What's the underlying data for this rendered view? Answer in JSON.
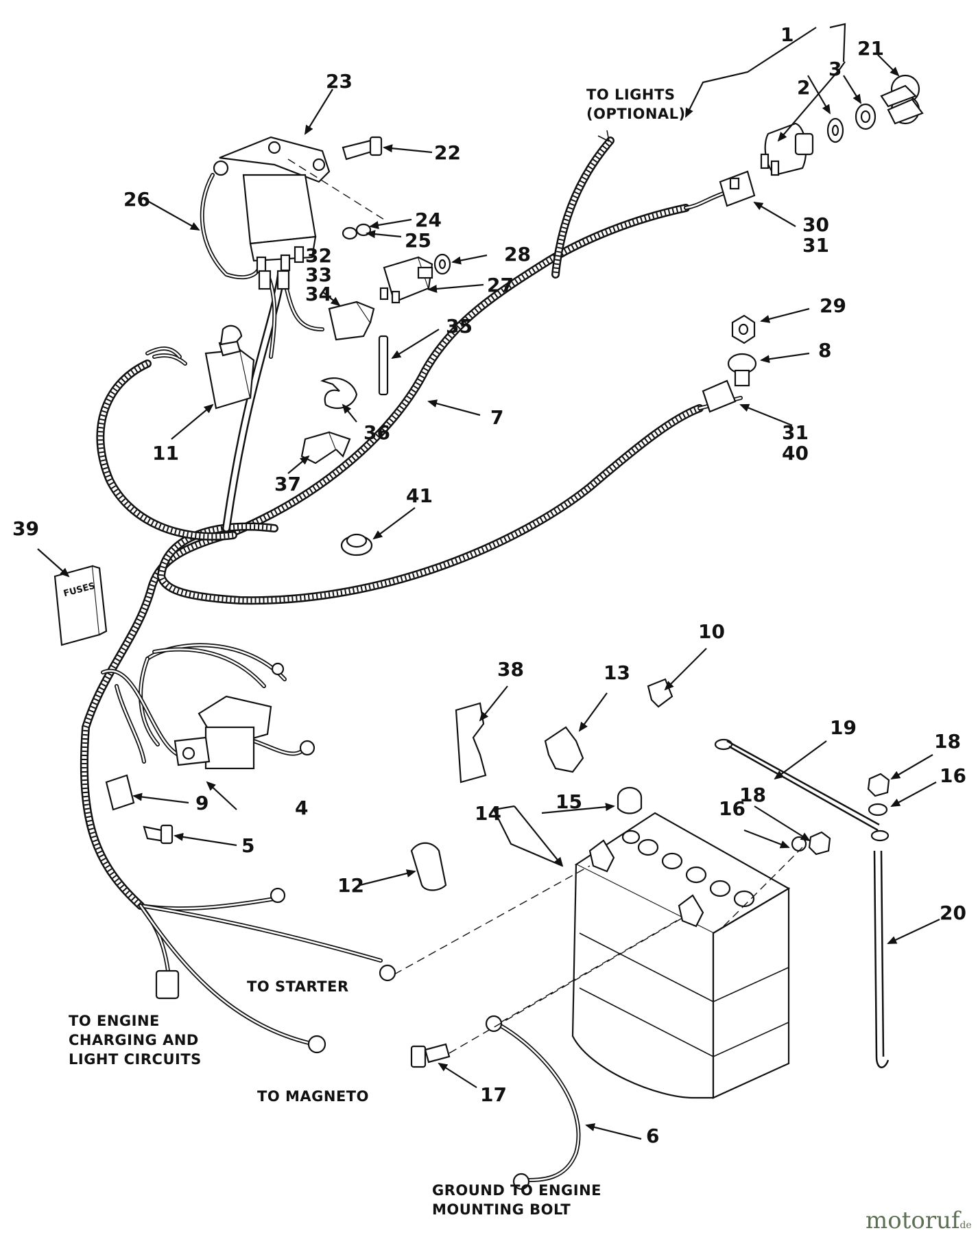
{
  "callouts": {
    "c1": "1",
    "c2": "2",
    "c3": "3",
    "c4": "4",
    "c5": "5",
    "c6": "6",
    "c7": "7",
    "c8": "8",
    "c9": "9",
    "c10": "10",
    "c11": "11",
    "c12": "12",
    "c13": "13",
    "c14": "14",
    "c15": "15",
    "c16a": "16",
    "c16b": "16",
    "c17": "17",
    "c18a": "18",
    "c18b": "18",
    "c19": "19",
    "c20": "20",
    "c21": "21",
    "c22": "22",
    "c23": "23",
    "c24": "24",
    "c25": "25",
    "c26": "26",
    "c27": "27",
    "c28": "28",
    "c29": "29",
    "c30": "30",
    "c31a": "31",
    "c31b": "31",
    "c32": "32",
    "c33": "33",
    "c34": "34",
    "c35": "35",
    "c36": "36",
    "c37": "37",
    "c38": "38",
    "c39": "39",
    "c40": "40",
    "c41": "41"
  },
  "notes": {
    "to_lights_1": "TO LIGHTS",
    "to_lights_2": "(OPTIONAL)",
    "to_starter": "TO STARTER",
    "to_engine_1": "TO ENGINE",
    "to_engine_2": "CHARGING AND",
    "to_engine_3": "LIGHT CIRCUITS",
    "to_magneto": "TO MAGNETO",
    "ground_1": "GROUND TO ENGINE",
    "ground_2": "MOUNTING BOLT"
  },
  "fuse_box_label": "FUSES",
  "watermark": {
    "main": "motoruf",
    "suffix": ".de"
  }
}
